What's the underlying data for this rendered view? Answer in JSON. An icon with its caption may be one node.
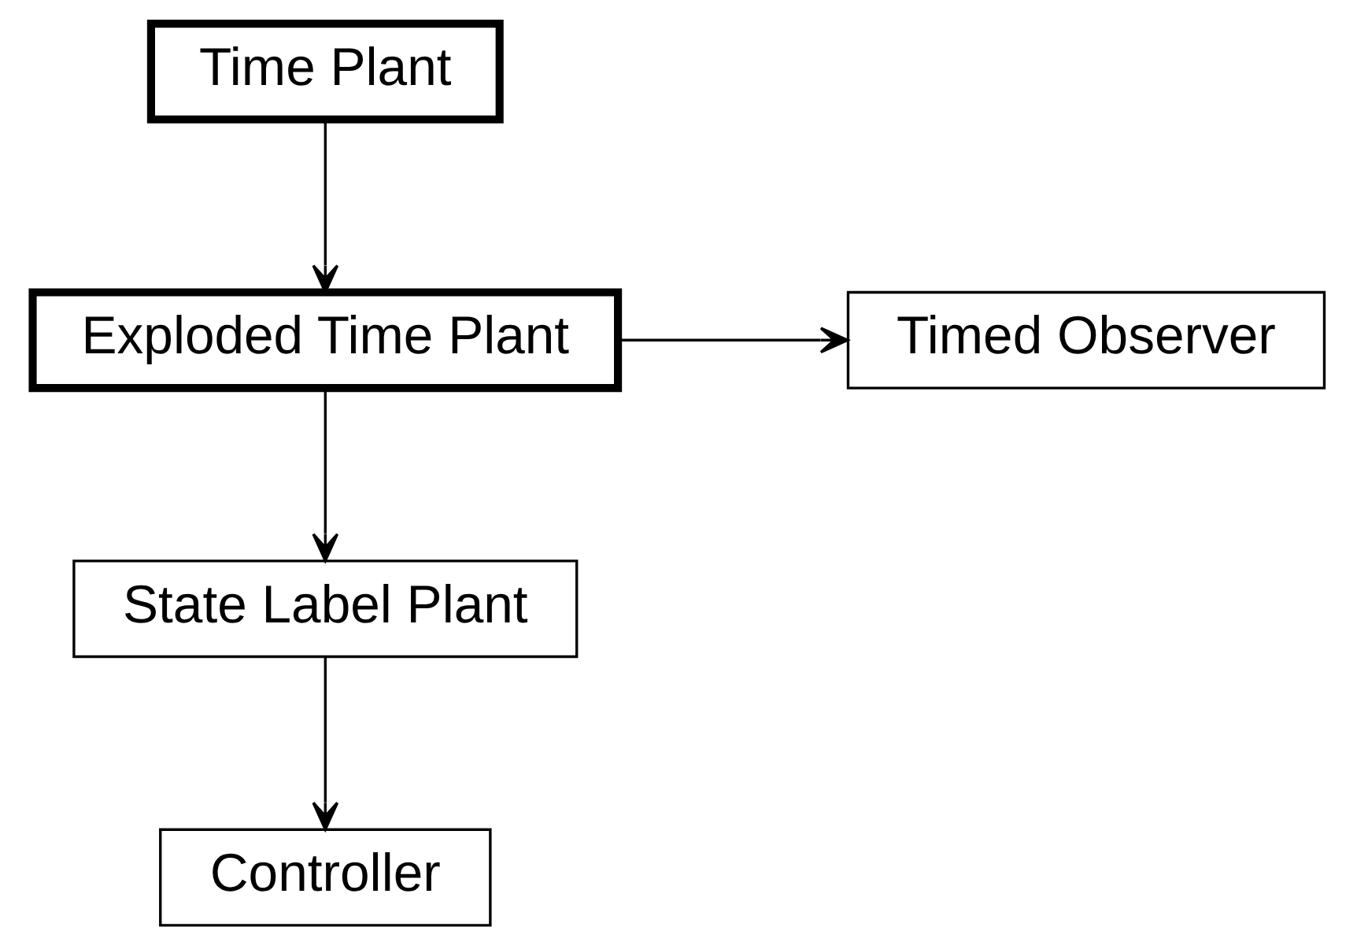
{
  "diagram": {
    "nodes": [
      {
        "text": [
          "Time Plant"
        ]
      },
      {
        "text": [
          "Exploded Time Plant"
        ]
      },
      {
        "text": [
          "Timed Observer"
        ]
      },
      {
        "text": [
          "State Label Plant"
        ]
      },
      {
        "text": [
          "Controller"
        ]
      }
    ],
    "edges": [
      {
        "from": 0,
        "to": 1,
        "arrow": "to"
      },
      {
        "from": 1,
        "to": 2,
        "arrow": "to"
      },
      {
        "from": 1,
        "to": 3,
        "arrow": "to"
      },
      {
        "from": 3,
        "to": 4,
        "arrow": "to"
      }
    ]
  }
}
